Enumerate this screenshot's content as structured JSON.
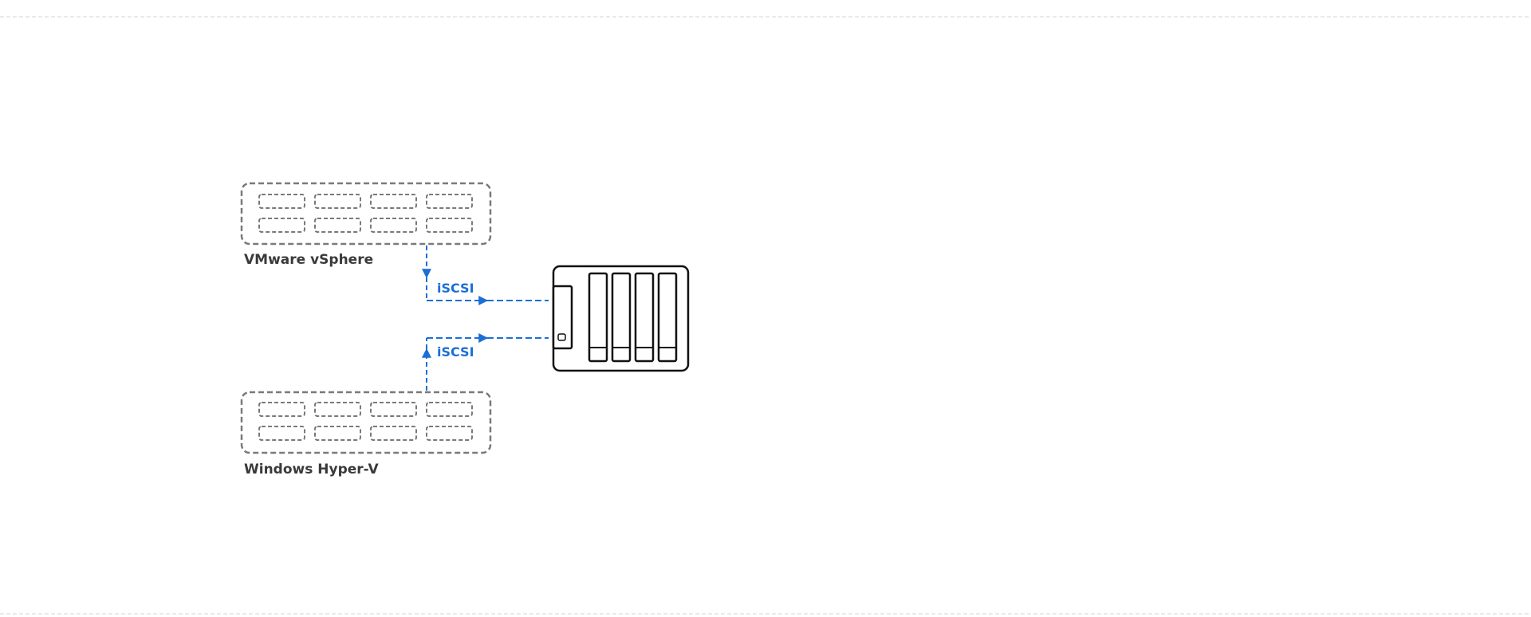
{
  "hosts": {
    "top": {
      "label": "VMware vSphere"
    },
    "bottom": {
      "label": "Windows Hyper-V"
    }
  },
  "links": {
    "top": {
      "protocol": "iSCSI"
    },
    "bottom": {
      "protocol": "iSCSI"
    }
  },
  "colors": {
    "accent": "#1a6fd6",
    "host_outline": "#7a7a7a",
    "nas_outline": "#111111",
    "separator": "#d5d5d5",
    "text": "#3a3a3a"
  },
  "icons": {
    "nas": "nas-storage-icon",
    "host": "server-host-icon"
  }
}
